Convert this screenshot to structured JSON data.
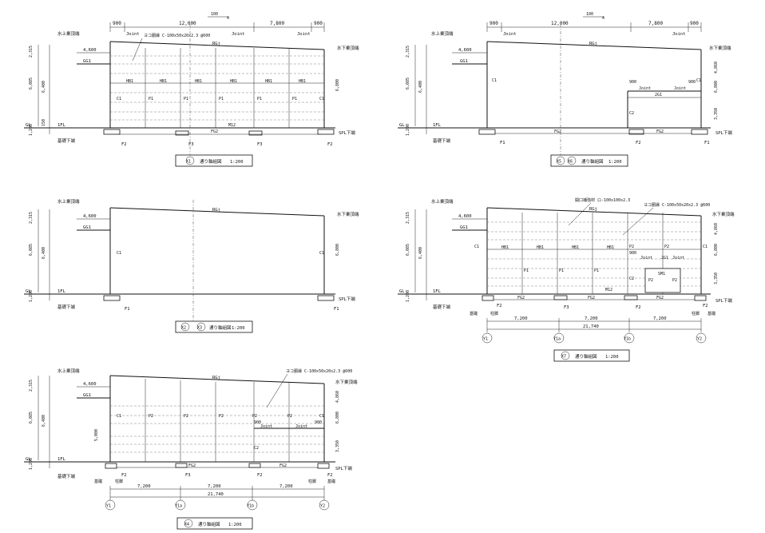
{
  "labels": {
    "roof_upper": "水上乗頂端",
    "roof_lower": "水下乗頂端",
    "gl": "GL",
    "fl": "1FL",
    "base_bottom": "基礎下端",
    "spl_bottom": "SPL下端",
    "joint": "Joint",
    "rg": "RGj",
    "gg1": "GG1",
    "hb1": "HB1",
    "m2": "M12",
    "c1": "C1",
    "c2": "C2",
    "p1": "P1",
    "p2": "P2",
    "f1": "F1",
    "f2": "F2",
    "f3": "F3",
    "fg2": "FG2",
    "fg2b": "FG2",
    "sm1": "SM1",
    "sg1": "2G1",
    "pillar_base": "柱脚",
    "pillar_base2": "基礎",
    "purlin_note": "ヨコ胴縁 C-100x50x20x2.3 @600",
    "opening_note": "開口補強材 ロ-100x100x2.3",
    "zero": "0"
  },
  "dims": {
    "d900": "900",
    "d12000": "12,000",
    "d7800": "7,800",
    "d4600": "4,600",
    "d2315": "2,315",
    "d6085": "6,085",
    "d6400": "6,400",
    "d6800": "6,800",
    "d4860": "4,860",
    "d5000": "5,000",
    "d1200": "1,200",
    "d150": "150",
    "d3350": "3,350",
    "d100": "100",
    "d4": "4",
    "d7200": "7,200",
    "d21740": "21,740"
  },
  "grid": {
    "x1": "X1",
    "x2": "X2",
    "x3": "X3",
    "x4": "X4",
    "x5": "X5",
    "x6": "X6",
    "x7": "X7",
    "y1": "Y1",
    "y1a": "Y1a",
    "y1b": "Y1b",
    "y2": "Y2"
  },
  "titles": {
    "caption": "通り軸組図",
    "scale": "1:200"
  }
}
